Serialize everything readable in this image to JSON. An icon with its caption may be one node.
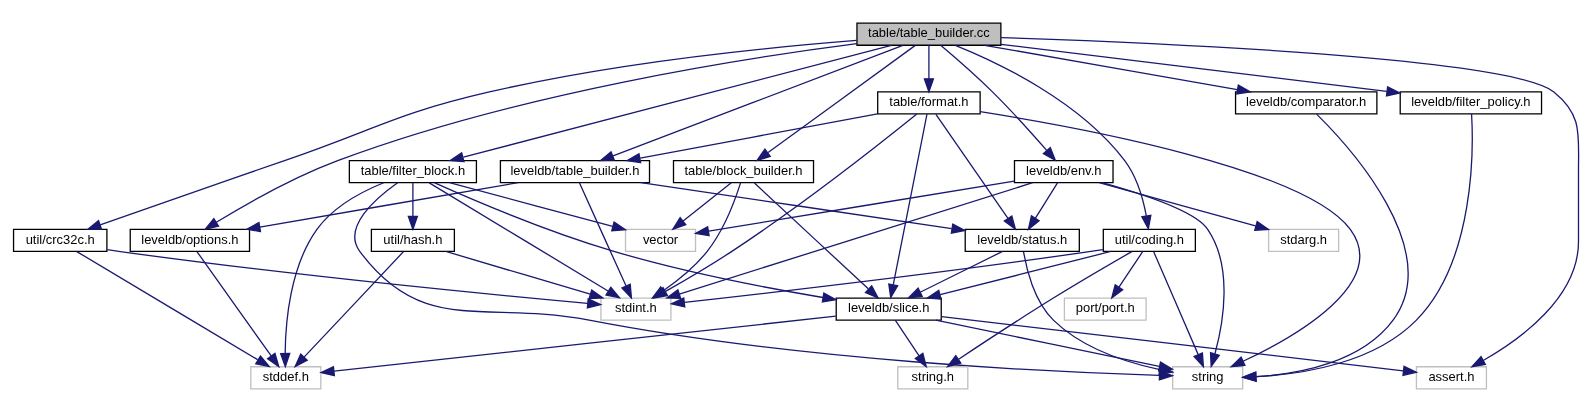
{
  "diagram": {
    "nodes": [
      {
        "text": [
          "table/table_builder.cc"
        ]
      },
      {
        "text": [
          "table/format.h"
        ]
      },
      {
        "text": [
          "leveldb/comparator.h"
        ]
      },
      {
        "text": [
          "leveldb/filter_policy.h"
        ]
      },
      {
        "text": [
          "table/filter_block.h"
        ]
      },
      {
        "text": [
          "leveldb/table_builder.h"
        ]
      },
      {
        "text": [
          "table/block_builder.h"
        ]
      },
      {
        "text": [
          "leveldb/env.h"
        ]
      },
      {
        "text": [
          "util/crc32c.h"
        ]
      },
      {
        "text": [
          "leveldb/options.h"
        ]
      },
      {
        "text": [
          "util/hash.h"
        ]
      },
      {
        "text": [
          "vector"
        ]
      },
      {
        "text": [
          "leveldb/status.h"
        ]
      },
      {
        "text": [
          "util/coding.h"
        ]
      },
      {
        "text": [
          "stdarg.h"
        ]
      },
      {
        "text": [
          "stdint.h"
        ]
      },
      {
        "text": [
          "leveldb/slice.h"
        ]
      },
      {
        "text": [
          "port/port.h"
        ]
      },
      {
        "text": [
          "stddef.h"
        ]
      },
      {
        "text": [
          "string.h"
        ]
      },
      {
        "text": [
          "string"
        ]
      },
      {
        "text": [
          "assert.h"
        ]
      }
    ],
    "edges": [
      {
        "from": 0,
        "to": 8,
        "arrow": "to"
      },
      {
        "from": 0,
        "to": 9,
        "arrow": "to"
      },
      {
        "from": 0,
        "to": 4,
        "arrow": "to"
      },
      {
        "from": 0,
        "to": 5,
        "arrow": "to"
      },
      {
        "from": 0,
        "to": 6,
        "arrow": "to"
      },
      {
        "from": 0,
        "to": 1,
        "arrow": "to"
      },
      {
        "from": 0,
        "to": 7,
        "arrow": "to"
      },
      {
        "from": 0,
        "to": 13,
        "arrow": "to"
      },
      {
        "from": 0,
        "to": 2,
        "arrow": "to"
      },
      {
        "from": 0,
        "to": 3,
        "arrow": "to"
      },
      {
        "from": 0,
        "to": 21,
        "arrow": "to"
      },
      {
        "from": 1,
        "to": 5,
        "arrow": "to"
      },
      {
        "from": 1,
        "to": 15,
        "arrow": "to"
      },
      {
        "from": 1,
        "to": 16,
        "arrow": "to"
      },
      {
        "from": 1,
        "to": 12,
        "arrow": "to"
      },
      {
        "from": 1,
        "to": 20,
        "arrow": "to"
      },
      {
        "from": 2,
        "to": 20,
        "arrow": "to"
      },
      {
        "from": 3,
        "to": 20,
        "arrow": "to"
      },
      {
        "from": 4,
        "to": 18,
        "arrow": "to"
      },
      {
        "from": 4,
        "to": 10,
        "arrow": "to"
      },
      {
        "from": 4,
        "to": 11,
        "arrow": "to"
      },
      {
        "from": 4,
        "to": 15,
        "arrow": "to"
      },
      {
        "from": 4,
        "to": 16,
        "arrow": "to"
      },
      {
        "from": 4,
        "to": 20,
        "arrow": "to"
      },
      {
        "from": 5,
        "to": 9,
        "arrow": "to"
      },
      {
        "from": 5,
        "to": 15,
        "arrow": "to"
      },
      {
        "from": 5,
        "to": 12,
        "arrow": "to"
      },
      {
        "from": 6,
        "to": 11,
        "arrow": "to"
      },
      {
        "from": 6,
        "to": 15,
        "arrow": "to"
      },
      {
        "from": 6,
        "to": 16,
        "arrow": "to"
      },
      {
        "from": 7,
        "to": 11,
        "arrow": "to"
      },
      {
        "from": 7,
        "to": 15,
        "arrow": "to"
      },
      {
        "from": 7,
        "to": 12,
        "arrow": "to"
      },
      {
        "from": 7,
        "to": 14,
        "arrow": "to"
      },
      {
        "from": 7,
        "to": 20,
        "arrow": "to"
      },
      {
        "from": 8,
        "to": 18,
        "arrow": "to"
      },
      {
        "from": 8,
        "to": 15,
        "arrow": "to"
      },
      {
        "from": 9,
        "to": 18,
        "arrow": "to"
      },
      {
        "from": 10,
        "to": 18,
        "arrow": "to"
      },
      {
        "from": 10,
        "to": 15,
        "arrow": "to"
      },
      {
        "from": 12,
        "to": 16,
        "arrow": "to"
      },
      {
        "from": 12,
        "to": 20,
        "arrow": "to"
      },
      {
        "from": 13,
        "to": 15,
        "arrow": "to"
      },
      {
        "from": 13,
        "to": 16,
        "arrow": "to"
      },
      {
        "from": 13,
        "to": 17,
        "arrow": "to"
      },
      {
        "from": 13,
        "to": 19,
        "arrow": "to"
      },
      {
        "from": 13,
        "to": 20,
        "arrow": "to"
      },
      {
        "from": 16,
        "to": 18,
        "arrow": "to"
      },
      {
        "from": 16,
        "to": 19,
        "arrow": "to"
      },
      {
        "from": 16,
        "to": 20,
        "arrow": "to"
      },
      {
        "from": 16,
        "to": 21,
        "arrow": "to"
      }
    ]
  }
}
